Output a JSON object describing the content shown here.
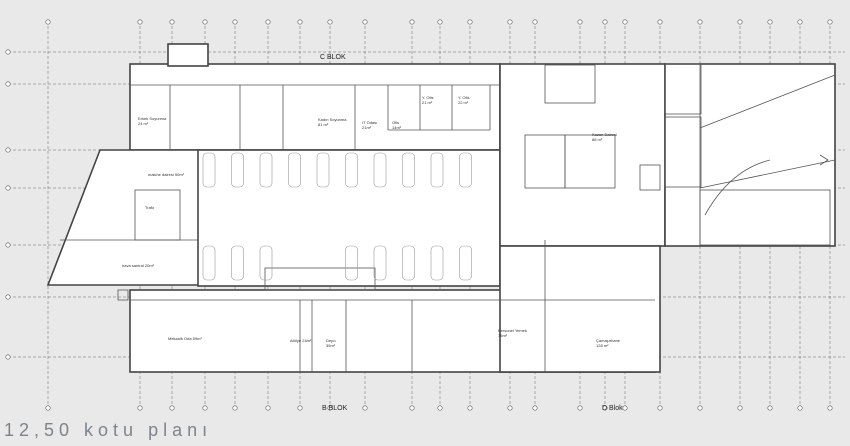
{
  "title": "12,50 kotu planı",
  "blocks": {
    "c": "C BLOK",
    "b": "B BLOK",
    "d": "D Blok"
  },
  "rooms": {
    "erkek": "Erkek Soyunma\n24 m²",
    "kadin": "Kadın Soyunma\n81 m²",
    "it": "IT Odası\n21m²",
    "ofis": "Ofis\n14m²",
    "yofis1": "Y. Ofis\n21 m²",
    "yofis2": "Y. Ofis\n22 m²",
    "makine": "makine dairesi 50m²",
    "trafo": "Trafo",
    "hava": "hava santral 20m²",
    "kazan": "Kazan Dairesi\n88 m²",
    "mekanik": "Mekanik Oda 59m²",
    "atolye": "Atölye 24m²",
    "depo": "Depo\n35m²",
    "personel": "Personel Yemek\n75m²",
    "camasir": "Çamaşırhane\n128 m²"
  },
  "colors": {
    "background": "#e9e9e9",
    "wall": "#444444",
    "grid": "#555555",
    "title": "#7a8590"
  }
}
